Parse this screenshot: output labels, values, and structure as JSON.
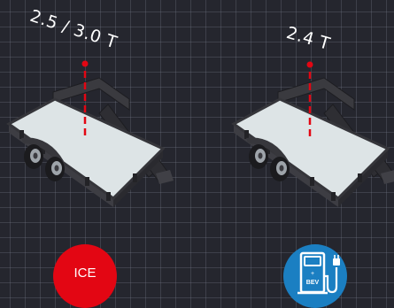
{
  "left_panel": {
    "weight_label": "2.5 / 3.0 T",
    "badge_label": "ICE",
    "badge_icon": "combustion-engine-badge"
  },
  "right_panel": {
    "weight_label": "2.4 T",
    "badge_icon": "ev-charger-icon",
    "charger_label_plus": "+",
    "charger_label": "BEV"
  },
  "colors": {
    "background": "#25262e",
    "grid": "#5e6170",
    "marker": "#e30613",
    "ice_badge": "#e30613",
    "bev_badge": "#1b7fc2",
    "trailer_deck": "#dde4e6",
    "trailer_frame": "#3a3a3f"
  }
}
